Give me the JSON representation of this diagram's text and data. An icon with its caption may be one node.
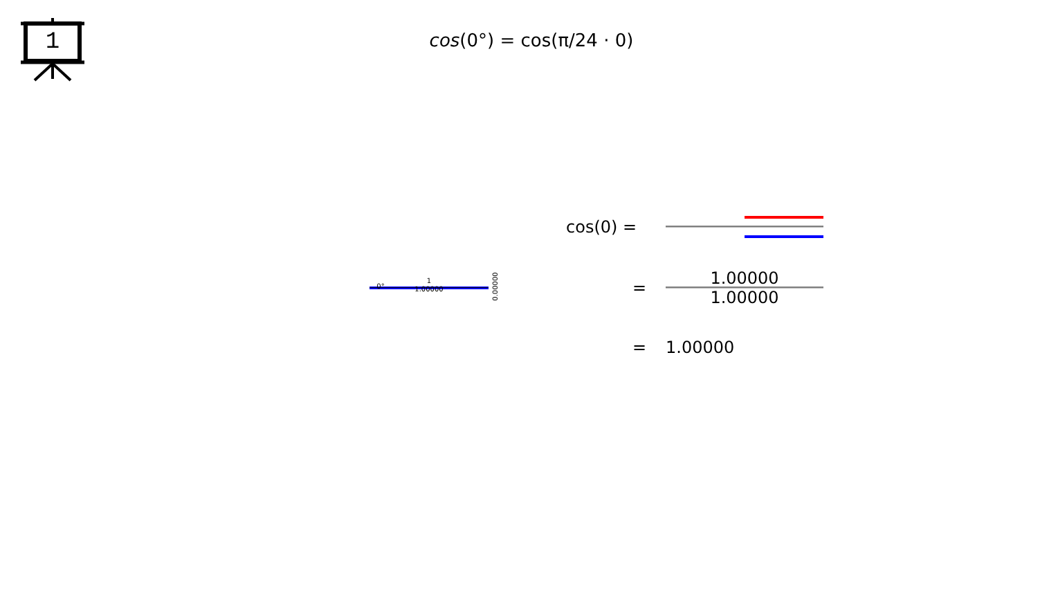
{
  "diagram": {
    "title": "*cos*(0°) = cos(π/24 · 0)",
    "labels": [
      "1",
      "cos(0) =",
      "0°",
      "1",
      "1.00000",
      "0.00000",
      "=",
      "1.00000",
      "1.00000",
      "=",
      "1.00000"
    ]
  }
}
